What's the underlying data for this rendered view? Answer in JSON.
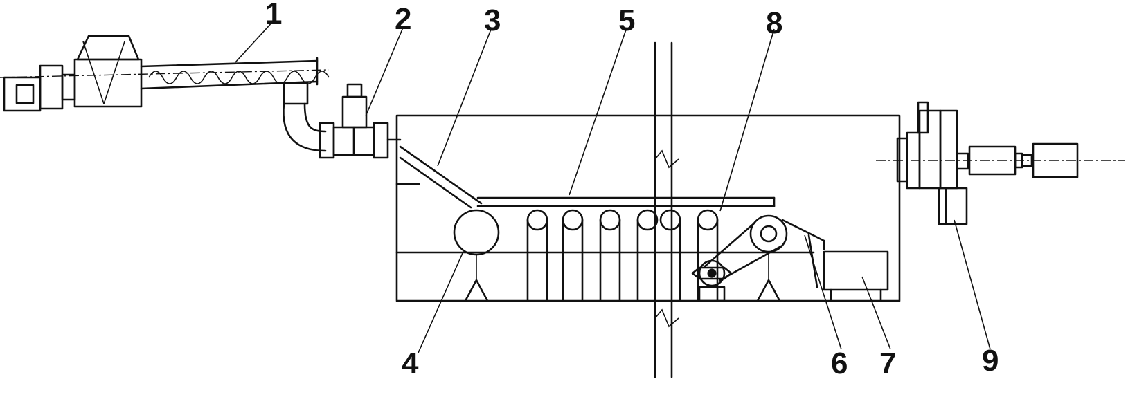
{
  "diagram": {
    "labels": [
      {
        "id": "1",
        "text": "1"
      },
      {
        "id": "2",
        "text": "2"
      },
      {
        "id": "3",
        "text": "3"
      },
      {
        "id": "4",
        "text": "4"
      },
      {
        "id": "5",
        "text": "5"
      },
      {
        "id": "6",
        "text": "6"
      },
      {
        "id": "7",
        "text": "7"
      },
      {
        "id": "8",
        "text": "8"
      },
      {
        "id": "9",
        "text": "9"
      }
    ]
  }
}
